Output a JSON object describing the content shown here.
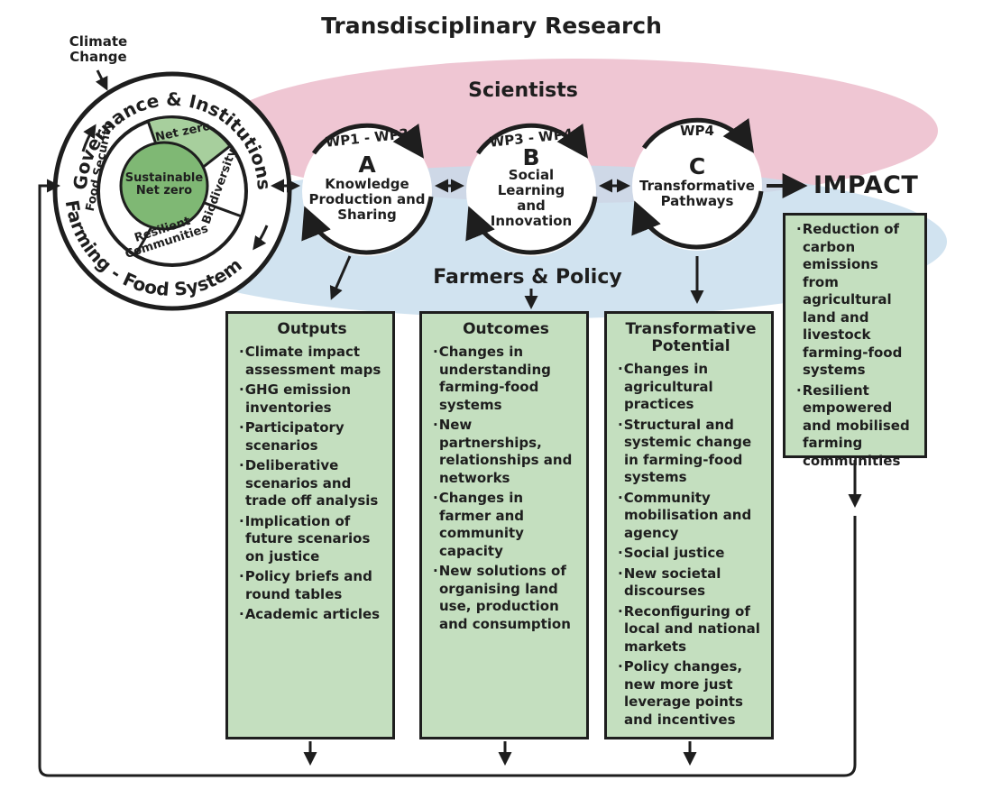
{
  "title": "Transdisciplinary Research",
  "scientists": "Scientists",
  "farmers_policy": "Farmers & Policy",
  "climate_change": "Climate Change",
  "impact_label": "IMPACT",
  "system_wheel": {
    "ring_top": "Governance & Institutions",
    "ring_bottom": "Farming - Food System",
    "center": "Sustainable Net zero",
    "segments": [
      "Net zero",
      "Biodiversity",
      "Resilient Communities",
      "Food Security"
    ]
  },
  "circles": [
    {
      "wp": "WP1 - WP3",
      "letter": "A",
      "text": "Knowledge Production and Sharing"
    },
    {
      "wp": "WP3 - WP4",
      "letter": "B",
      "text": "Social Learning and Innovation"
    },
    {
      "wp": "WP4",
      "letter": "C",
      "text": "Transformative Pathways"
    }
  ],
  "boxes": {
    "outputs": {
      "title": "Outputs",
      "items": [
        "Climate impact assessment maps",
        "GHG emission inventories",
        "Participatory scenarios",
        "Deliberative scenarios and trade off analysis",
        "Implication of future scenarios on justice",
        "Policy briefs and round tables",
        "Academic articles"
      ]
    },
    "outcomes": {
      "title": "Outcomes",
      "items": [
        "Changes in understanding farming-food systems",
        "New partnerships, relationships and networks",
        "Changes in farmer and community capacity",
        "New solutions of organising land use, production and consumption"
      ]
    },
    "transformative": {
      "title": "Transformative Potential",
      "items": [
        "Changes in agricultural practices",
        "Structural and systemic change in farming-food systems",
        "Community mobilisation and agency",
        "Social justice",
        "New societal discourses",
        "Reconfiguring of local and national markets",
        "Policy changes, new more just leverage points and incentives"
      ]
    },
    "impact": {
      "items": [
        "Reduction of carbon emissions from agricultural land and livestock farming-food systems",
        "Resilient empowered and mobilised farming communities"
      ]
    }
  },
  "colors": {
    "scientists_band": "#e9b3c4",
    "farmers_band": "#c5dcec",
    "box_fill": "#c4dfbf",
    "center_fill": "#7fb874",
    "segment_fill": "#a7cf9d",
    "stroke": "#1e1e1e"
  }
}
